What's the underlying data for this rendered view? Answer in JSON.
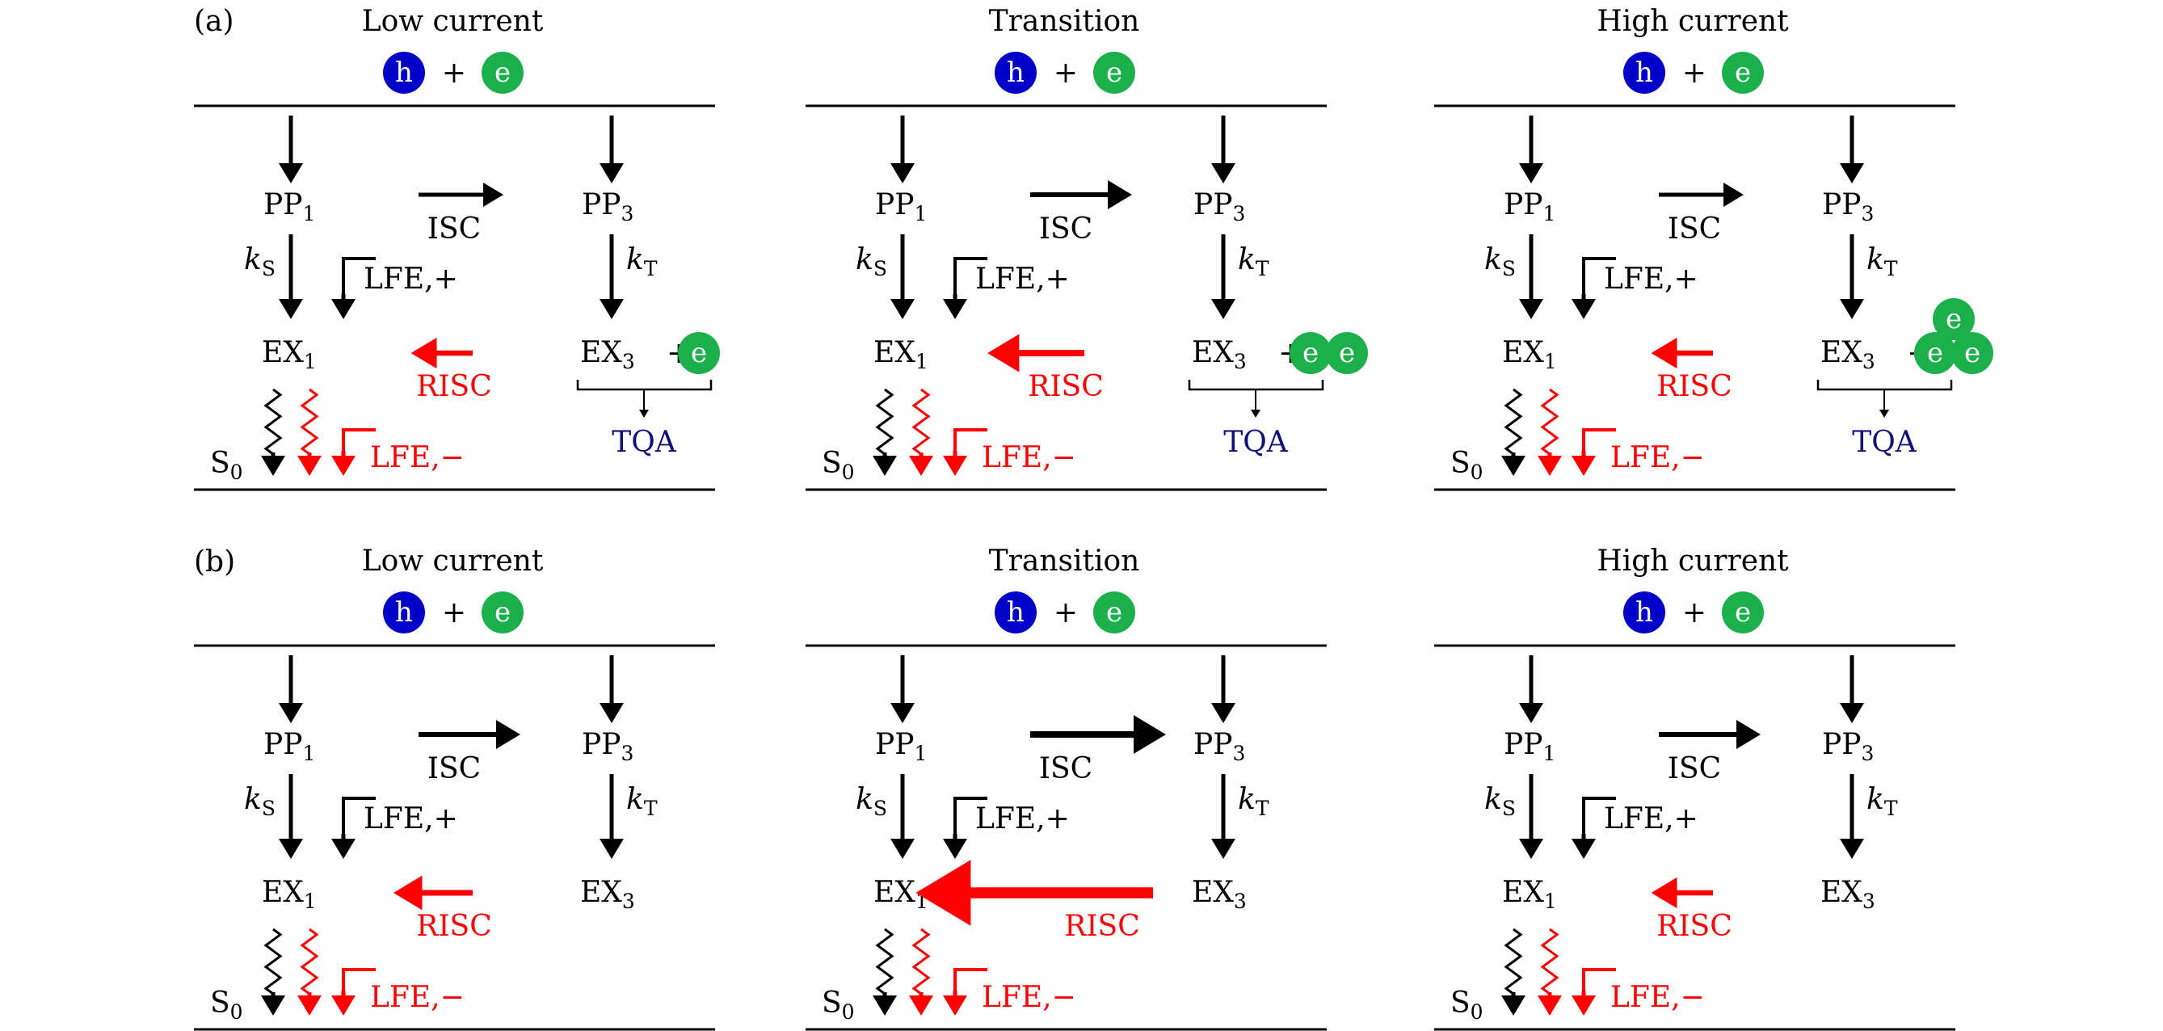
{
  "labels": {
    "a": "(a)",
    "b": "(b)"
  },
  "colors": {
    "hole": "#0000c8",
    "electron": "#1cb04c",
    "arrow": "#000000",
    "reverse": "#ff0000",
    "tqa": "#10107a"
  },
  "common": {
    "hole": "h",
    "electron": "e",
    "plus": "+",
    "pp1": {
      "base": "PP",
      "sub": "1"
    },
    "pp3": {
      "base": "PP",
      "sub": "3"
    },
    "ex1": {
      "base": "EX",
      "sub": "1"
    },
    "ex3": {
      "base": "EX",
      "sub": "3"
    },
    "s0": {
      "base": "S",
      "sub": "0"
    },
    "ks": {
      "base": "k",
      "sub": "S"
    },
    "kt": {
      "base": "k",
      "sub": "T"
    },
    "isc": "ISC",
    "risc": "RISC",
    "lfe_plus": "LFE,+",
    "lfe_minus": "LFE,−",
    "tqa": "TQA"
  },
  "panels": [
    {
      "row": "a",
      "title": "Low current",
      "isc_strength": 1,
      "risc_strength": 1,
      "tqa": true,
      "ex3_electrons": 1
    },
    {
      "row": "a",
      "title": "Transition",
      "isc_strength": 1.2,
      "risc_strength": 1.6,
      "tqa": true,
      "ex3_electrons": 2
    },
    {
      "row": "a",
      "title": "High current",
      "isc_strength": 1,
      "risc_strength": 1,
      "tqa": true,
      "ex3_electrons": 3
    },
    {
      "row": "b",
      "title": "Low current",
      "isc_strength": 1.2,
      "risc_strength": 1.3,
      "tqa": false,
      "ex3_electrons": 0
    },
    {
      "row": "b",
      "title": "Transition",
      "isc_strength": 1.6,
      "risc_strength": 4.0,
      "tqa": false,
      "ex3_electrons": 0
    },
    {
      "row": "b",
      "title": "High current",
      "isc_strength": 1.2,
      "risc_strength": 1.0,
      "tqa": false,
      "ex3_electrons": 0
    }
  ]
}
